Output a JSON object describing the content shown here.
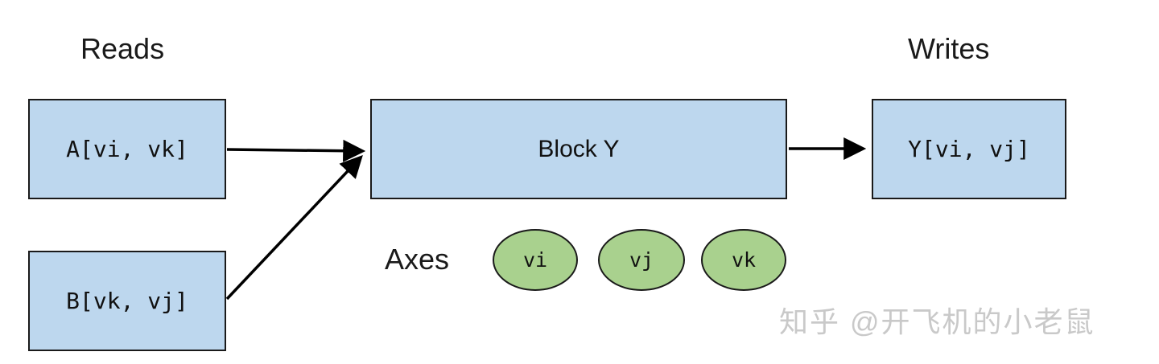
{
  "diagram": {
    "reads_label": "Reads",
    "writes_label": "Writes",
    "axes_label": "Axes",
    "nodes": {
      "a": "A[vi, vk]",
      "b": "B[vk, vj]",
      "block": "Block Y",
      "y": "Y[vi, vj]"
    },
    "axes": [
      {
        "label": "vi"
      },
      {
        "label": "vj"
      },
      {
        "label": "vk"
      }
    ],
    "colors": {
      "node_fill": "#BDD7EE",
      "axis_fill": "#A9D18E",
      "border": "#1a1a1a",
      "arrow": "#000000",
      "watermark": "#c9c9c9"
    },
    "watermark": "知乎 @开飞机的小老鼠"
  }
}
